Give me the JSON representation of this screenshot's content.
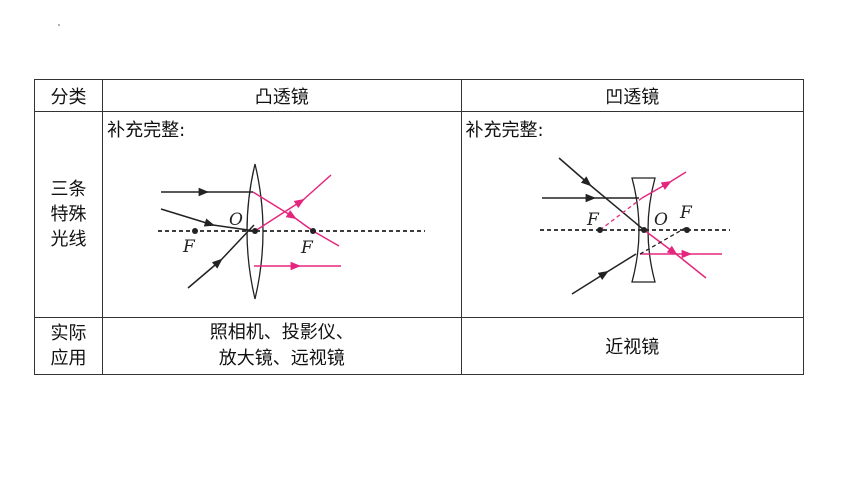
{
  "table": {
    "header": {
      "category": "分类",
      "convex": "凸透镜",
      "concave": "凹透镜"
    },
    "rays_row": {
      "label": [
        "三条",
        "特殊",
        "光线"
      ],
      "convex_prompt": "补充完整:",
      "concave_prompt": "补充完整:"
    },
    "application_row": {
      "label": [
        "实际",
        "应用"
      ],
      "convex_lines": [
        "照相机、投影仪、",
        "放大镜、远视镜"
      ],
      "concave": "近视镜"
    }
  },
  "diagram_labels": {
    "convex": {
      "focus_left": "F",
      "center": "O",
      "focus_right": "F"
    },
    "concave": {
      "focus_left": "F",
      "center": "O",
      "focus_right": "F"
    }
  },
  "colors": {
    "ray_black": "#222222",
    "ray_pink": "#e5267e",
    "border": "#333333"
  }
}
